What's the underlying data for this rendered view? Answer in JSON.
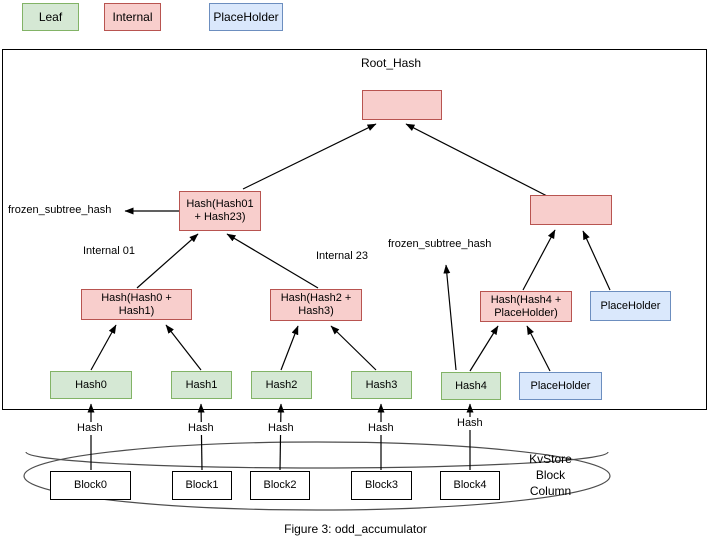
{
  "legend": {
    "leaf": "Leaf",
    "internal": "Internal",
    "placeholder": "PlaceHolder"
  },
  "tree": {
    "root_label": "Root_Hash",
    "hash01_23": "Hash(Hash01 + Hash23)",
    "hash0_1": "Hash(Hash0 + Hash1)",
    "hash2_3": "Hash(Hash2 + Hash3)",
    "hash4_ph": "Hash(Hash4 + PlaceHolder)",
    "placeholder_upper": "PlaceHolder",
    "placeholder_leaf": "PlaceHolder",
    "leaves": [
      "Hash0",
      "Hash1",
      "Hash2",
      "Hash3",
      "Hash4"
    ],
    "internal01_label": "Internal 01",
    "internal23_label": "Internal 23",
    "frozen_left": "frozen_subtree_hash",
    "frozen_right": "frozen_subtree_hash"
  },
  "storage": {
    "blocks": [
      "Block0",
      "Block1",
      "Block2",
      "Block3",
      "Block4"
    ],
    "edge_labels": [
      "Hash",
      "Hash",
      "Hash",
      "Hash",
      "Hash"
    ],
    "store_name": [
      "KvStore",
      "Block",
      "Column"
    ]
  },
  "caption": "Figure 3: odd_accumulator",
  "colors": {
    "leaf_fill": "#d5e8d4",
    "leaf_stroke": "#82b366",
    "internal_fill": "#f8cecc",
    "internal_stroke": "#b85450",
    "placeholder_fill": "#dae8fc",
    "placeholder_stroke": "#6c8ebf",
    "edge": "#000000",
    "store_stroke": "#4d4d4d"
  }
}
